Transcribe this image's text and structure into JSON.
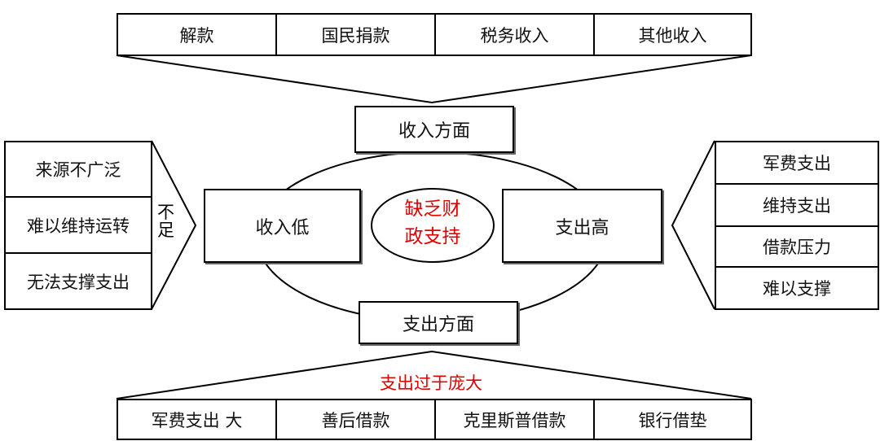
{
  "top_row": [
    "解款",
    "国民捐款",
    "税务收入",
    "其他收入"
  ],
  "income_aspect": "收入方面",
  "expense_aspect": "支出方面",
  "low_income": "收入低",
  "high_expense": "支出高",
  "center": [
    "缺乏财",
    "政支持"
  ],
  "left_column": [
    "来源不广泛",
    "难以维持运转",
    "无法支撑支出"
  ],
  "insufficient": [
    "不",
    "足"
  ],
  "right_column": [
    "军费支出",
    "维持支出",
    "借款压力",
    "难以支撑"
  ],
  "expense_too_large": "支出过于庞大",
  "bottom_row": [
    "军费支出 大",
    "善后借款",
    "克里斯普借款",
    "银行借垫"
  ],
  "colors": {
    "accent": "#e00000"
  }
}
